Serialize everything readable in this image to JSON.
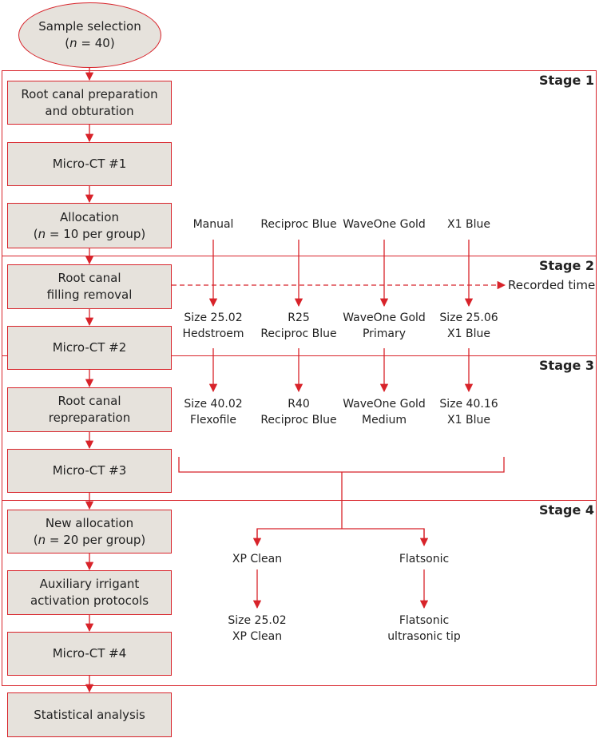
{
  "start": {
    "line1": "Sample selection",
    "n_symbol": "n",
    "n_rest": " = 40"
  },
  "stages": [
    {
      "label": "Stage 1"
    },
    {
      "label": "Stage 2"
    },
    {
      "label": "Stage 3"
    },
    {
      "label": "Stage 4"
    }
  ],
  "boxes": {
    "prep": "Root canal preparation\nand obturation",
    "ct1": "Micro-CT #1",
    "alloc_line1": "Allocation",
    "alloc_n": "n",
    "alloc_rest": " = 10 per group)",
    "removal": "Root canal\nfilling removal",
    "ct2": "Micro-CT #2",
    "reprep": "Root canal\nrepreparation",
    "ct3": "Micro-CT #3",
    "newalloc_line1": "New allocation",
    "newalloc_n": "n",
    "newalloc_rest": " = 20 per group)",
    "aux": "Auxiliary irrigant\nactivation protocols",
    "ct4": "Micro-CT #4",
    "stats": "Statistical analysis"
  },
  "groups": [
    {
      "name": "Manual",
      "stage2": "Size 25.02\nHedstroem",
      "stage3": "Size 40.02\nFlexofile"
    },
    {
      "name": "Reciproc Blue",
      "stage2": "R25\nReciproc Blue",
      "stage3": "R40\nReciproc Blue"
    },
    {
      "name": "WaveOne Gold",
      "stage2": "WaveOne Gold\nPrimary",
      "stage3": "WaveOne Gold\nMedium"
    },
    {
      "name": "X1 Blue",
      "stage2": "Size 25.06\nX1 Blue",
      "stage3": "Size 40.16\nX1 Blue"
    }
  ],
  "recorded_time": "Recorded time",
  "protocols": [
    {
      "name": "XP Clean",
      "tool": "Size 25.02\nXP Clean"
    },
    {
      "name": "Flatsonic",
      "tool": "Flatsonic\nultrasonic tip"
    }
  ],
  "colors": {
    "accent": "#d8232a",
    "box_fill": "#e6e2dc"
  }
}
